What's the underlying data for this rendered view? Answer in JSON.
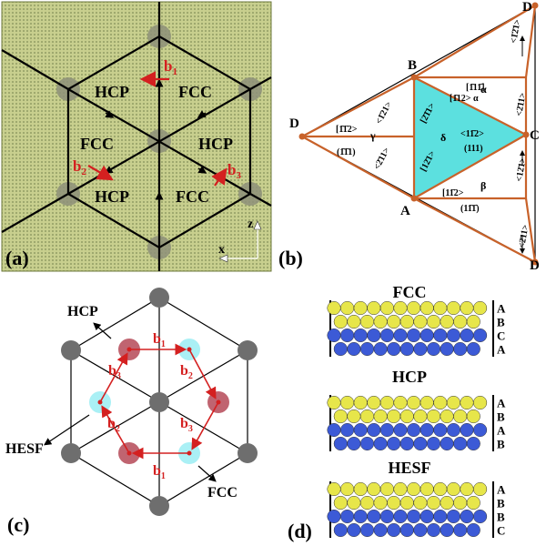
{
  "panel_a": {
    "tag": "(a)",
    "regions": [
      "HCP",
      "FCC",
      "FCC",
      "HCP",
      "HCP",
      "FCC"
    ],
    "vectors": [
      "b",
      "b",
      "b"
    ],
    "vector_subs": [
      "1",
      "2",
      "3"
    ],
    "axis_z": "z",
    "axis_x": "x"
  },
  "panel_b": {
    "tag": "(b)",
    "vertices": {
      "B": "B",
      "C": "C",
      "A": "A",
      "D_left": "D",
      "D_top": "D",
      "D_bottom": "D"
    },
    "greek": {
      "alpha": "α",
      "beta": "β",
      "gamma": "γ",
      "delta": "δ"
    },
    "dirs": {
      "top_mid": "[1̄11̄]",
      "top_dir": "[1̄12> α",
      "top_right_out": "<1̄2̄1>",
      "top_right_in": "<2̄11>",
      "left_dir": "[1̄1̄2>",
      "left_plane": "(1̄1̄1)",
      "left_upper": "<1̄21>",
      "left_lower": "<2̄11>",
      "inner_upper_left": "[2̄1̄1>",
      "inner_lower_left": "[12̄1>",
      "inner_right": "<11̄2>",
      "inner_plane": "(111)",
      "bottom_dir": "[11̄2>",
      "bottom_plane": "(11̄1̄)",
      "bottom_right_in": "<12̄1>",
      "bottom_right_out": "<2̄11>"
    }
  },
  "panel_c": {
    "tag": "(c)",
    "labels": {
      "hcp": "HCP",
      "hesf": "HESF",
      "fcc": "FCC"
    },
    "vectors": [
      "b",
      "b",
      "b",
      "b",
      "b",
      "b"
    ],
    "vector_subs": [
      "1",
      "2",
      "3",
      "2",
      "3",
      "1"
    ]
  },
  "panel_d": {
    "tag": "(d)",
    "stacks": [
      {
        "title": "FCC",
        "letters": [
          "A",
          "B",
          "C",
          "A"
        ]
      },
      {
        "title": "HCP",
        "letters": [
          "A",
          "B",
          "A",
          "B"
        ]
      },
      {
        "title": "HESF",
        "letters": [
          "A",
          "B",
          "B",
          "C"
        ]
      }
    ]
  },
  "colors": {
    "pattern_bg": "#c9cf8f",
    "red": "#d42020",
    "orange": "#c8622a",
    "cyan": "#5ce0df",
    "gray_atom": "#6e6e6e",
    "hcp_atom": "#c06470",
    "fcc_atom": "#aaf0f5",
    "yellow_atom": "#e7e64a",
    "blue_atom": "#3c5ad6"
  }
}
